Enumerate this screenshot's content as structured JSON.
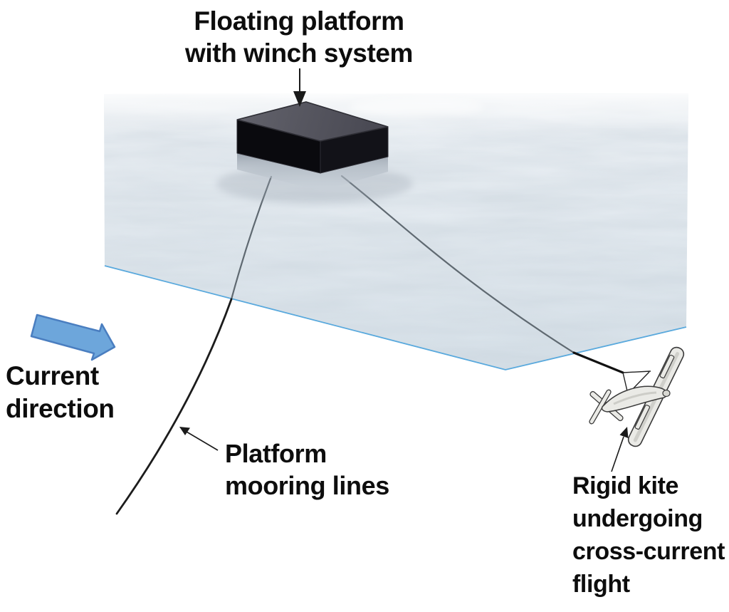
{
  "figure": {
    "title_label": {
      "line1": "Floating platform",
      "line2": "with winch system"
    },
    "current_label": {
      "line1": "Current",
      "line2": "direction"
    },
    "mooring_label": {
      "line1": "Platform",
      "line2": "mooring lines"
    },
    "kite_label": {
      "line1": "Rigid kite",
      "line2": "undergoing",
      "line3": "cross-current",
      "line4": "flight"
    },
    "icons": {
      "current_arrow": "thick-blue-arrow-down-right",
      "platform_callout": "thin-arrow-down",
      "mooring_callout": "thin-arrow-up-left",
      "kite_callout": "thin-arrow-up"
    },
    "colors": {
      "background": "#ffffff",
      "water_top": "#edf1f5",
      "water_bottom": "#d7e1e9",
      "water_edge": "#59a9dd",
      "platform_top_light": "#62626b",
      "platform_top_dark": "#494953",
      "platform_side_left": "#0a0a0e",
      "platform_side_right": "#121218",
      "platform_outline": "#2e2e35",
      "reflection_dark": "#99a2ad",
      "reflection_light": "#cdd6de",
      "current_arrow_fill": "#6da6db",
      "current_arrow_stroke": "#4a7ec0",
      "line_above_water": "#5f6971",
      "line_below_water": "#1c1c1c",
      "tether": "#111111",
      "kite_fill": "#eaeae6",
      "kite_shade": "#c6c6c0",
      "kite_outline": "#3a3a3a",
      "annotation": "#1a1a1a",
      "label_color": "#0d0d0d"
    }
  }
}
